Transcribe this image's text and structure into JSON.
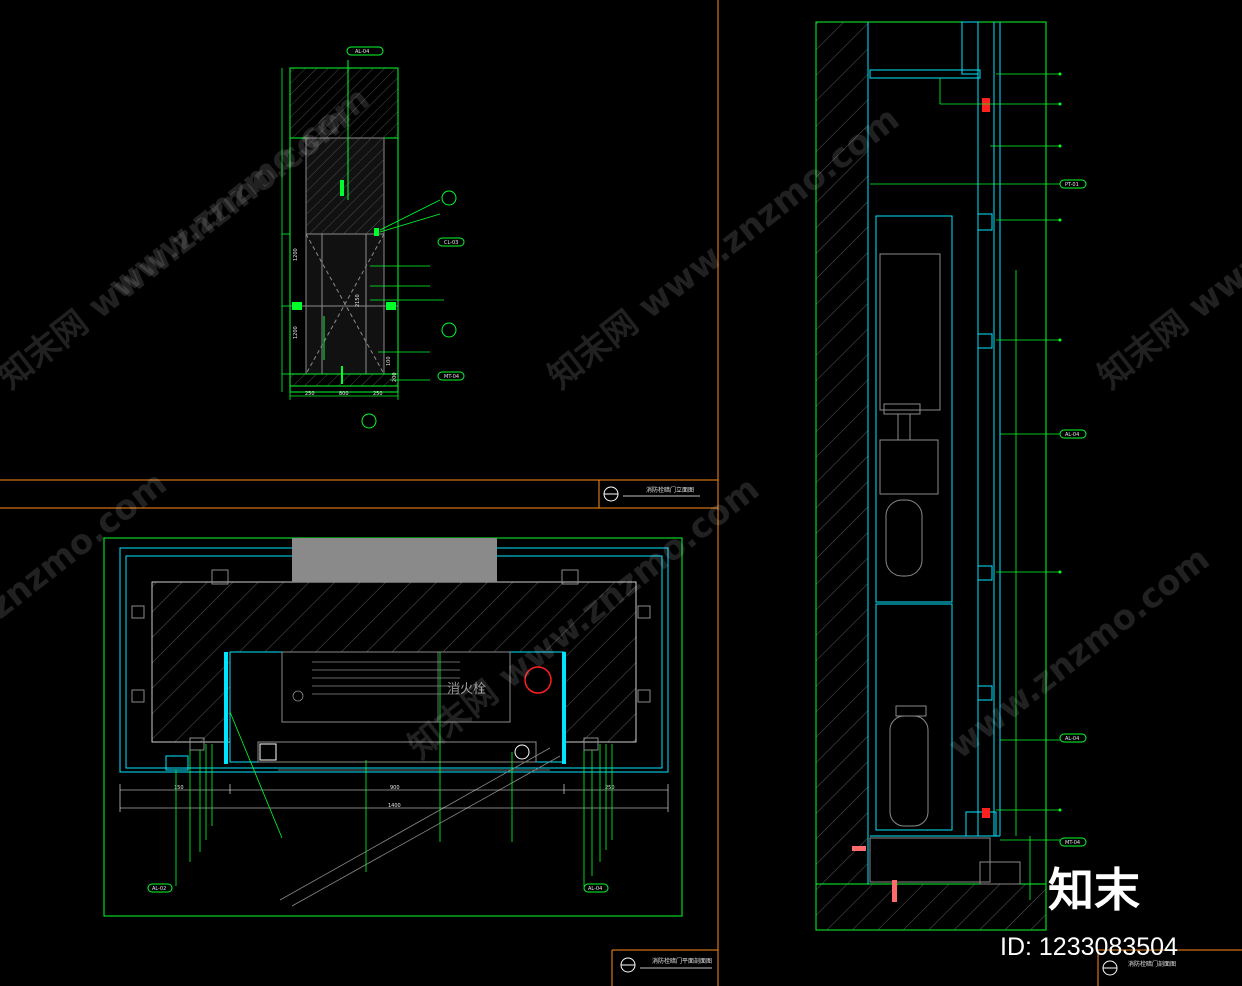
{
  "colors": {
    "frame": "#ff8c1a",
    "green": "#00ff2a",
    "cyan": "#00e5ff",
    "gray": "#8a8a8a",
    "hatch": "#6a6a6a",
    "red": "#ff2020",
    "white": "#ffffff"
  },
  "drawing_1": {
    "tags": [
      "AL-04",
      "CL-03",
      "MT-04"
    ],
    "dims_vertical": [
      "1200",
      "1200",
      "2150",
      "100",
      "200"
    ],
    "dims_horizontal": [
      "250",
      "800",
      "250"
    ],
    "title": "消防栓暗门立面图"
  },
  "drawing_2": {
    "hydrant_label": "消火栓",
    "tags": [
      "AL-02",
      "AL-04"
    ],
    "dims": [
      "150",
      "900",
      "250",
      "1400"
    ],
    "title": "消防栓暗门平面剖面图"
  },
  "drawing_3": {
    "tags": [
      "PT-01",
      "AL-04",
      "AL-04",
      "MT-04"
    ],
    "title": "消防栓暗门剖面图"
  },
  "watermarks": [
    "www.znzmo.com",
    "知末网 www.znzmo.com",
    "知末网 www.znzmo.com",
    "知末网 www.znzmo.com",
    "znzmo.com",
    "知末网 www.znzmo.com",
    "www.znzmo.com"
  ],
  "brand": {
    "logo": "知末",
    "id": "ID: 1233083504"
  }
}
